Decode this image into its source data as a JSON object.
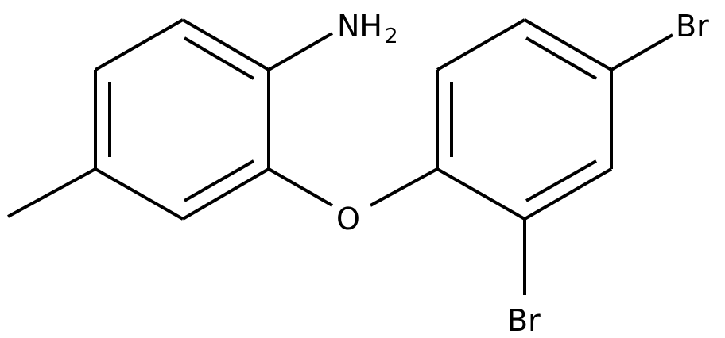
{
  "molecule": {
    "labels": {
      "amine": "NH",
      "amine_subscript": "2",
      "ether_oxygen": "O",
      "bromine_para": "Br",
      "bromine_ortho": "Br"
    },
    "line_color": "#000000",
    "background_color": "#ffffff"
  }
}
